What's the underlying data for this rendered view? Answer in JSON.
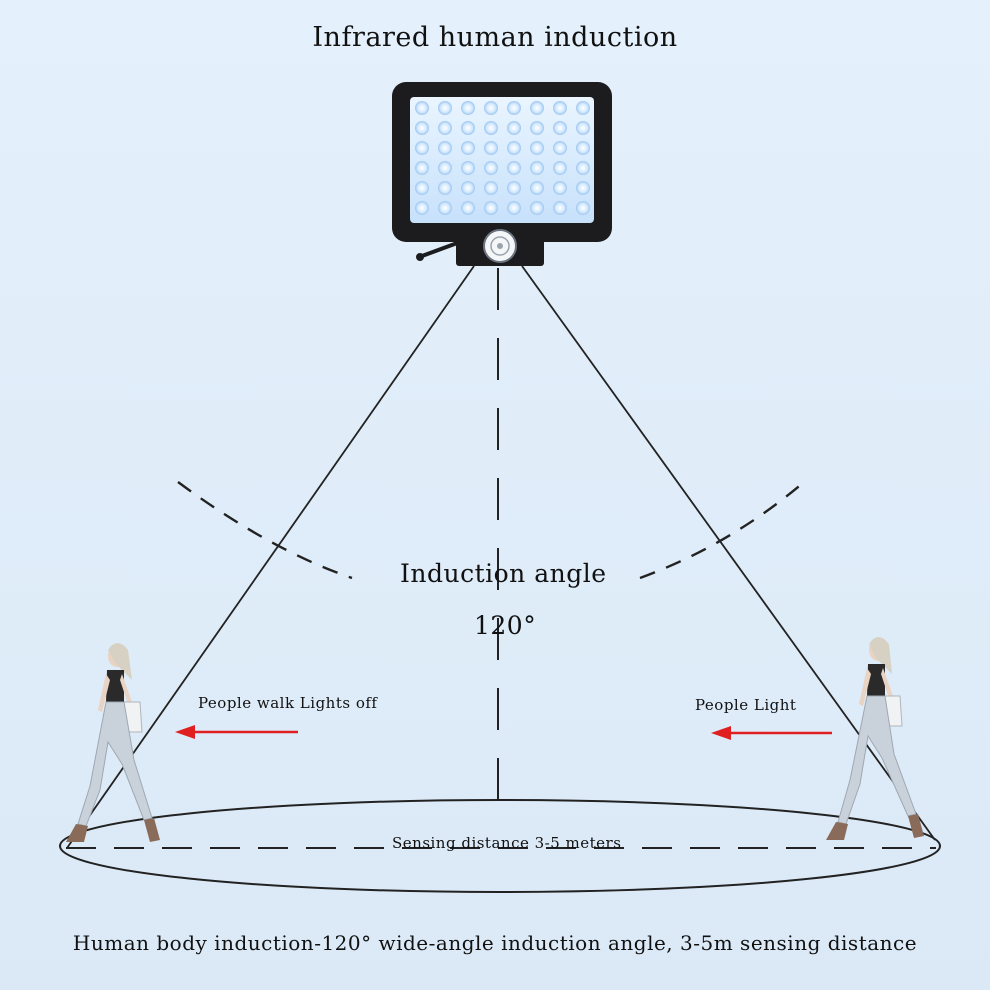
{
  "title": "Infrared human induction",
  "angle_label": "Induction angle",
  "angle_value": "120°",
  "left_caption": "People walk Lights off",
  "right_caption": "People Light",
  "distance_label": "Sensing distance 3-5 meters",
  "footer": "Human body induction-120°  wide-angle induction angle, 3-5m sensing distance",
  "colors": {
    "background": "#e0edf8",
    "arrow": "#e02020",
    "lines": "#222222",
    "led": "#cfe6ff",
    "lamp_frame": "#1c1c1e"
  },
  "icons": {
    "lamp": "solar-led-floodlight-icon",
    "sensor": "pir-sensor-icon",
    "person_left": "walking-woman-left-icon",
    "person_right": "walking-woman-right-icon"
  }
}
